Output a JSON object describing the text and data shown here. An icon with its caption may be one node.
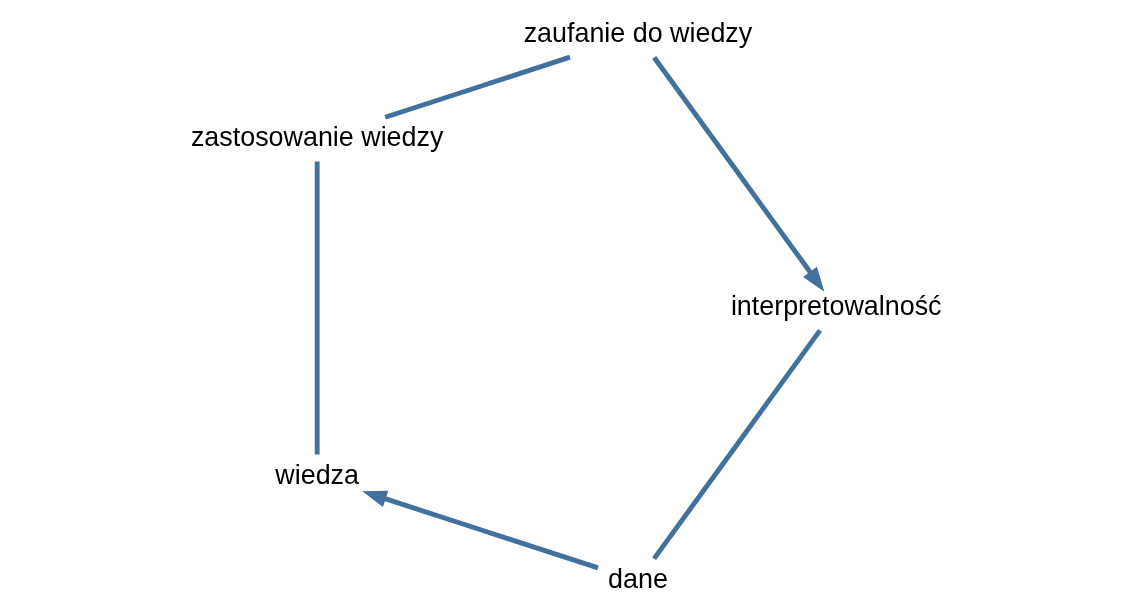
{
  "diagram": {
    "nodes": [
      {
        "text": [
          "dane"
        ]
      },
      {
        "text": [
          "wiedza"
        ]
      },
      {
        "text": [
          "interpretowalność"
        ]
      },
      {
        "text": [
          "zastosowanie wiedzy"
        ]
      },
      {
        "text": [
          "zaufanie do wiedzy"
        ]
      }
    ],
    "edges": [
      {
        "from": 0,
        "to": 1,
        "arrow": "to"
      },
      {
        "from": 1,
        "to": 3,
        "arrow": "none"
      },
      {
        "from": 3,
        "to": 4,
        "arrow": "none"
      },
      {
        "from": 4,
        "to": 2,
        "arrow": "to"
      },
      {
        "from": 2,
        "to": 0,
        "arrow": "none"
      }
    ]
  }
}
